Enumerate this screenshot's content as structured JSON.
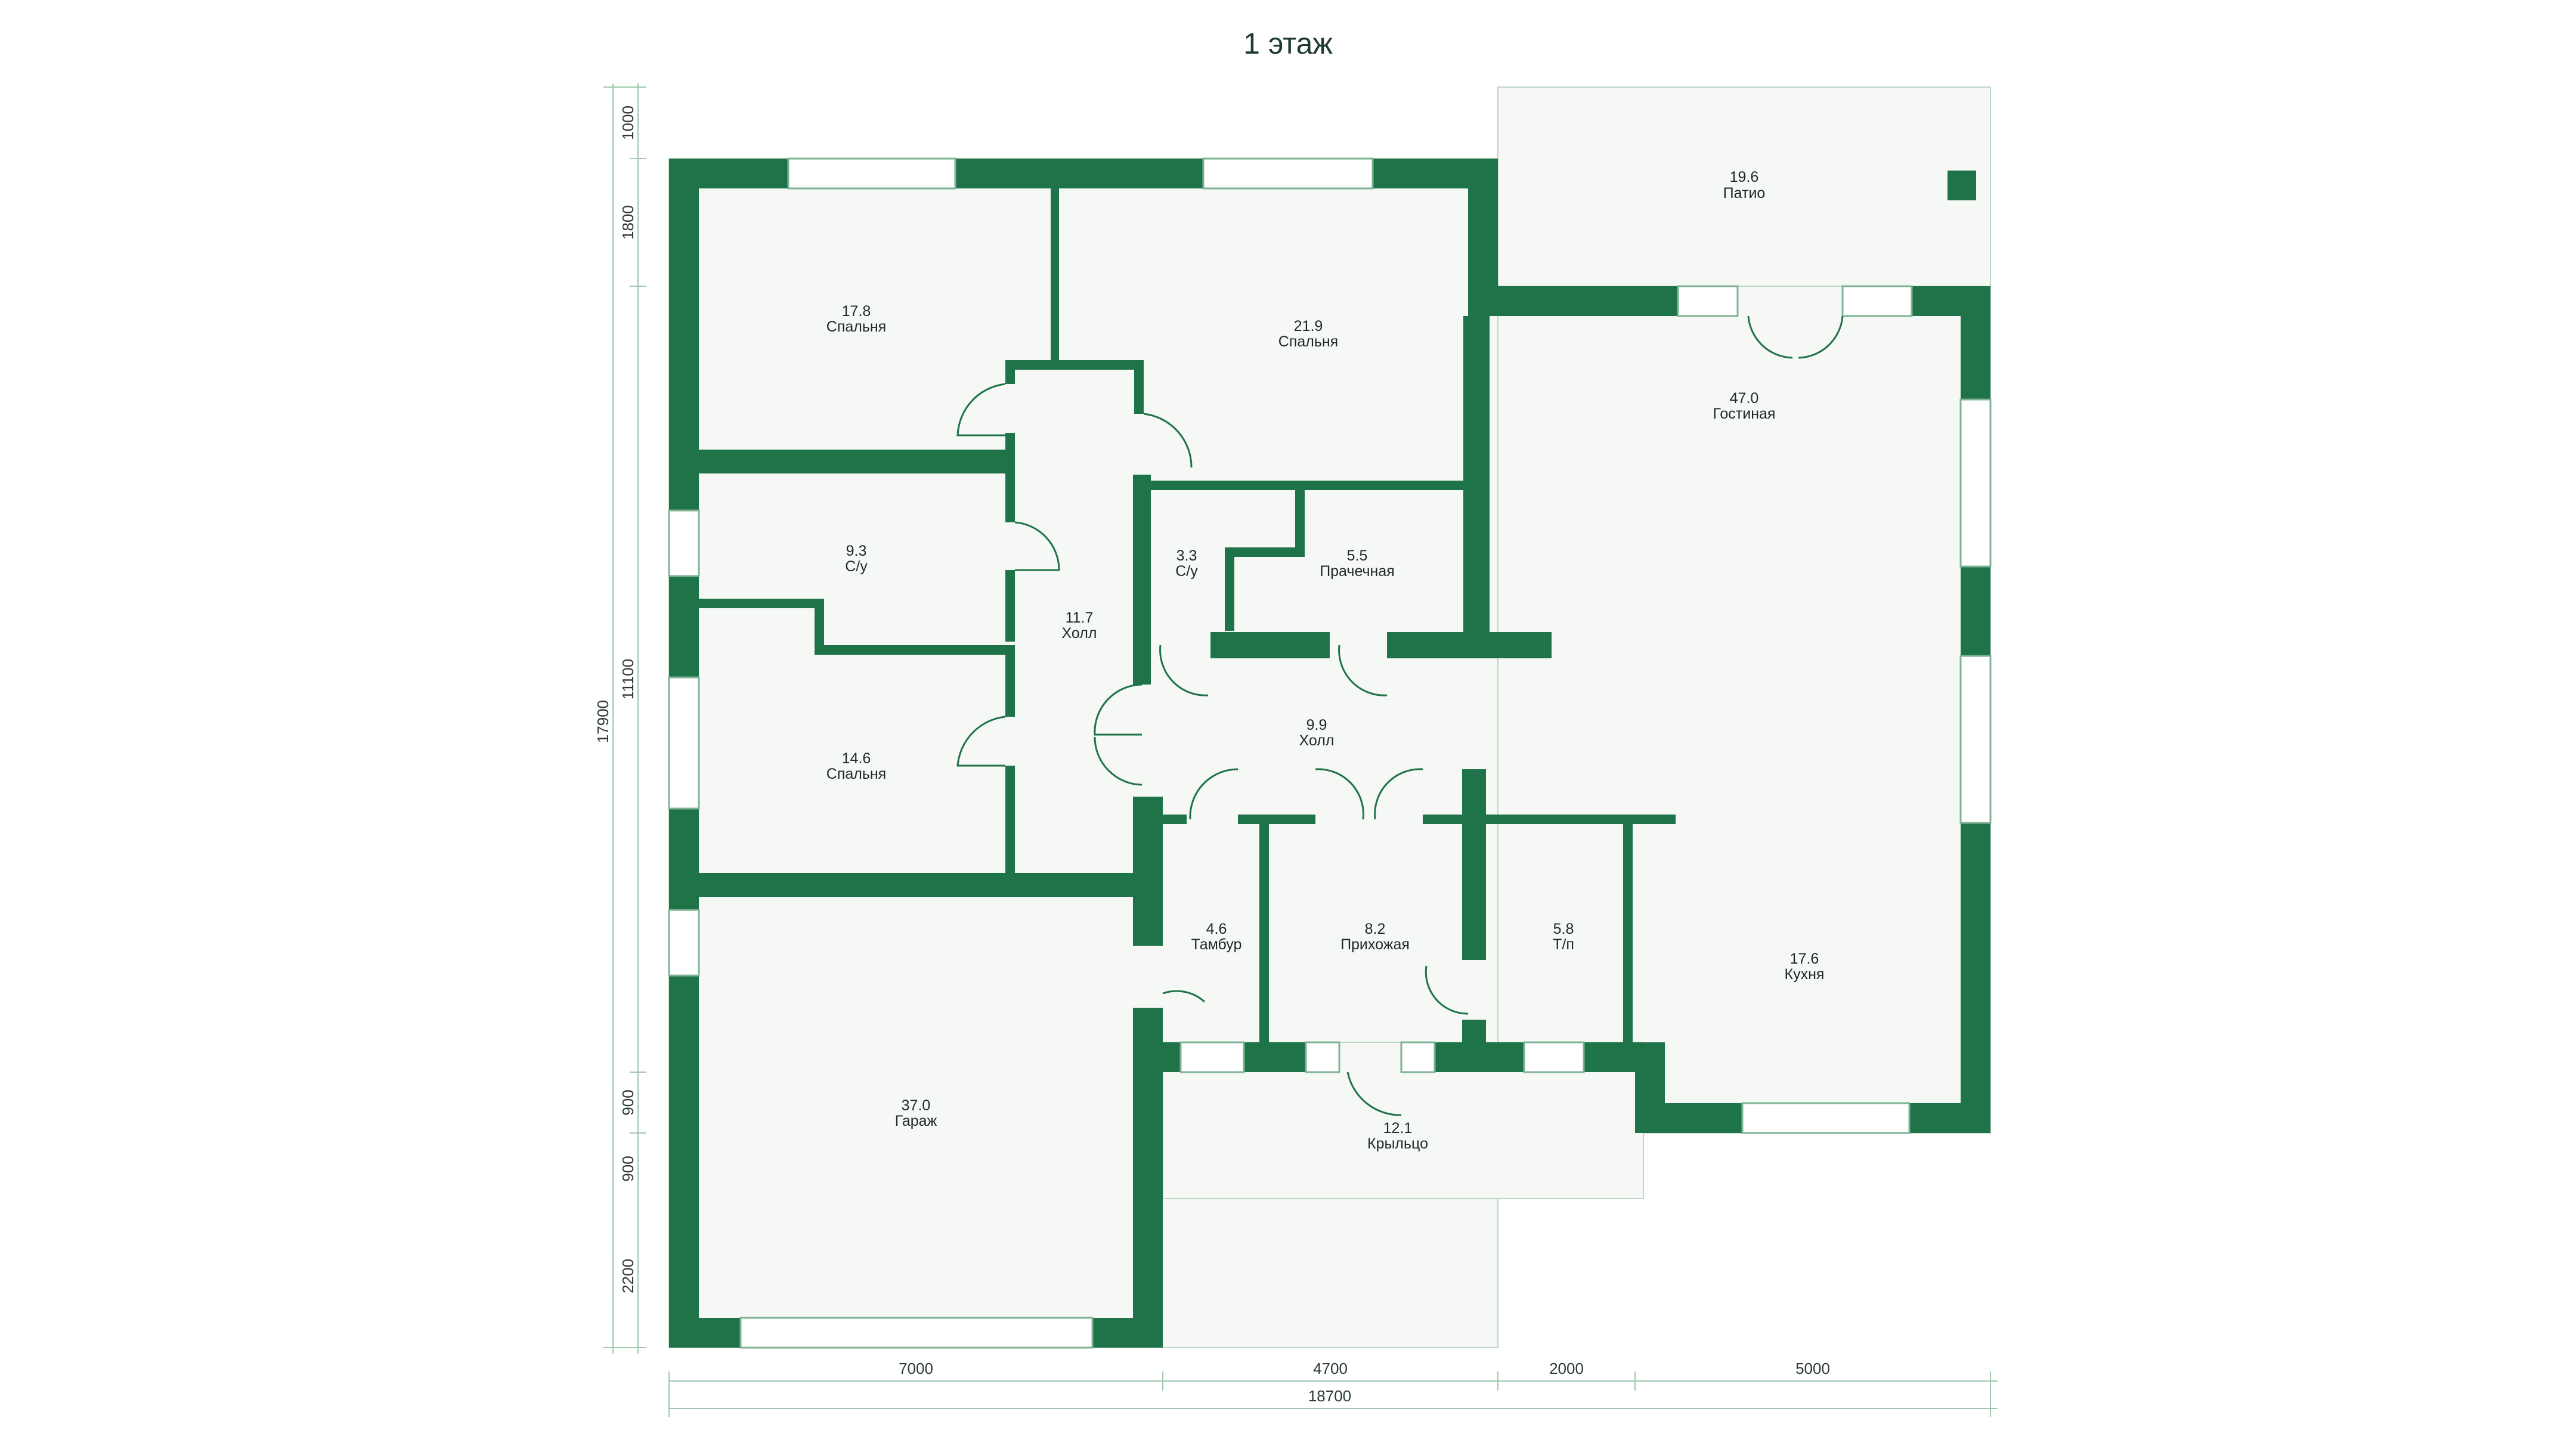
{
  "title": "1 этаж",
  "colors": {
    "wall": "#1f7348",
    "floor": "#f6f8f5",
    "line": "#9fc7ad",
    "text": "#1d2a24"
  },
  "rooms": {
    "patio": {
      "area": "19.6",
      "name": "Патио"
    },
    "living": {
      "area": "47.0",
      "name": "Гостиная"
    },
    "bedroom1": {
      "area": "17.8",
      "name": "Спальня"
    },
    "bedroom2": {
      "area": "21.9",
      "name": "Спальня"
    },
    "bath1": {
      "area": "9.3",
      "name": "С/у"
    },
    "bath2": {
      "area": "3.3",
      "name": "С/у"
    },
    "laundry": {
      "area": "5.5",
      "name": "Прачечная"
    },
    "hall1": {
      "area": "11.7",
      "name": "Холл"
    },
    "hall2": {
      "area": "9.9",
      "name": "Холл"
    },
    "bedroom3": {
      "area": "14.6",
      "name": "Спальня"
    },
    "vestibule": {
      "area": "4.6",
      "name": "Тамбур"
    },
    "entry": {
      "area": "8.2",
      "name": "Прихожая"
    },
    "utility": {
      "area": "5.8",
      "name": "Т/п"
    },
    "kitchen": {
      "area": "17.6",
      "name": "Кухня"
    },
    "garage": {
      "area": "37.0",
      "name": "Гараж"
    },
    "porch": {
      "area": "12.1",
      "name": "Крыльцо"
    }
  },
  "dimensions": {
    "bottom": [
      "7000",
      "4700",
      "2000",
      "5000"
    ],
    "total_width": "18700",
    "left": [
      "1000",
      "1800",
      "11100",
      "900",
      "900",
      "2200"
    ],
    "total_height": "17900"
  }
}
